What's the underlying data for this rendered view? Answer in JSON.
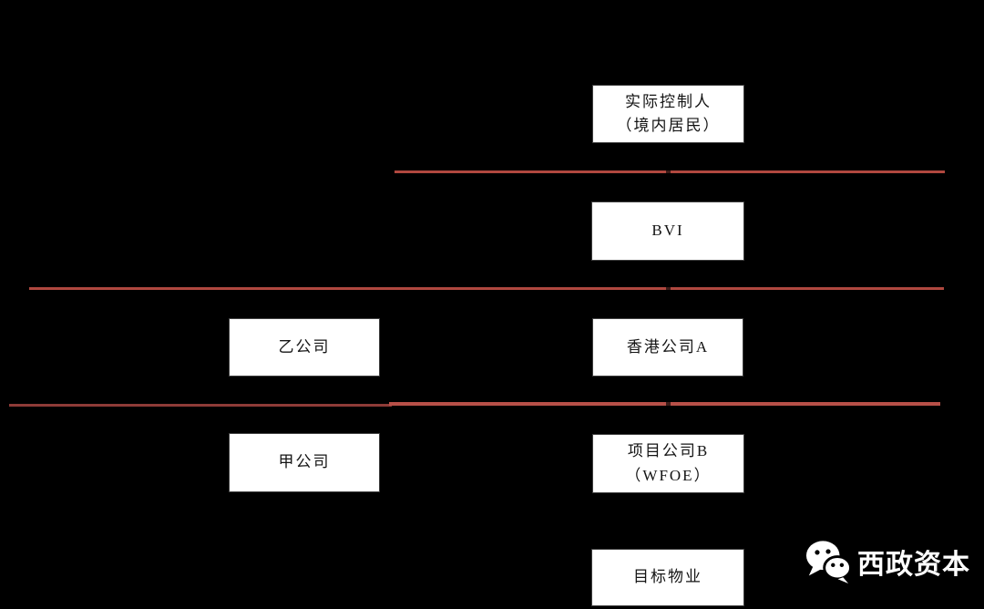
{
  "background_color": "#000000",
  "diagram": {
    "nodes": [
      {
        "name": "actual-controller",
        "line1": "实际控制人",
        "line2": "（境内居民）"
      },
      {
        "name": "bvi-company",
        "line1": "BVI"
      },
      {
        "name": "company-yi",
        "line1": "乙公司"
      },
      {
        "name": "hk-company-a",
        "line1": "香港公司A"
      },
      {
        "name": "company-jia",
        "line1": "甲公司"
      },
      {
        "name": "project-company-b",
        "line1": "项目公司B",
        "line2": "（WFOE）"
      },
      {
        "name": "target-property",
        "line1": "目标物业"
      }
    ],
    "node_style": {
      "fill": "#ffffff",
      "border": "#3f3f3f",
      "text": "#141414"
    },
    "separators": {
      "color": "#b0483f",
      "color_bright": "#b75048",
      "color_dark": "#8e3b37",
      "crossing_tick_color": "#3c1b18"
    }
  },
  "watermark": {
    "brand": "西政资本",
    "icon": "wechat-icon",
    "color": "#ffffff"
  }
}
